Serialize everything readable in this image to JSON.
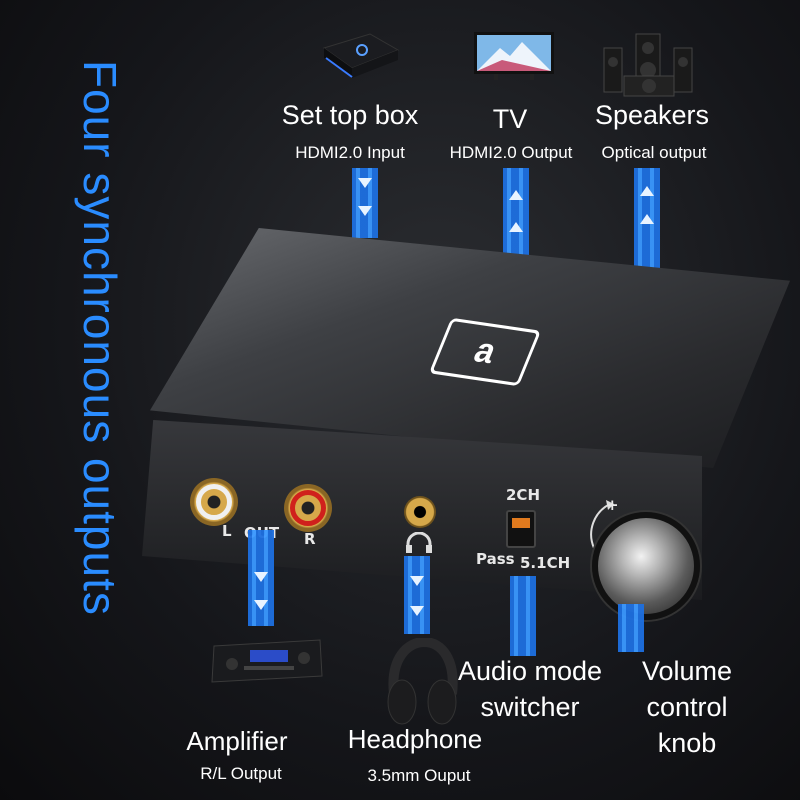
{
  "side_title": "Four synchronous outputs",
  "inputs": [
    {
      "name": "Set top box",
      "port": "HDMI2.0 Input",
      "direction": "down",
      "icon": "set-top-box-icon"
    },
    {
      "name": "TV",
      "port": "HDMI2.0 Output",
      "direction": "up",
      "icon": "tv-icon"
    },
    {
      "name": "Speakers",
      "port": "Optical output",
      "direction": "up",
      "icon": "speakers-icon"
    }
  ],
  "device": {
    "logo_glyph": "a",
    "rca_label": "OUT",
    "rca_left": "L",
    "rca_right": "R",
    "switch_top": "2CH",
    "switch_pass": "Pass",
    "switch_51": "5.1CH",
    "knob_plus": "+"
  },
  "outputs": [
    {
      "name": "Amplifier",
      "port": "R/L Output",
      "icon": "amplifier-icon"
    },
    {
      "name": "Headphone",
      "port": "3.5mm Ouput",
      "icon": "headphone-icon"
    },
    {
      "name_line1": "Audio mode",
      "name_line2": "switcher"
    },
    {
      "name_line1": "Volume",
      "name_line2": "control",
      "name_line3": "knob"
    }
  ],
  "colors": {
    "accent_blue": "#2a8cff",
    "gold": "#d6a84a",
    "red_ring": "#d0201c"
  }
}
